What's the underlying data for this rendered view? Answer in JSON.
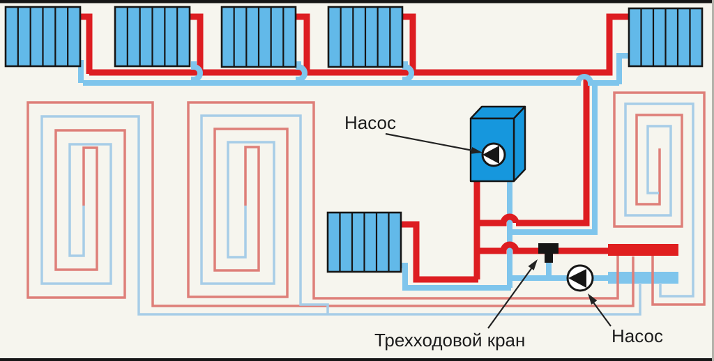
{
  "diagram": {
    "labels": {
      "pump_top": "Насос",
      "three_way_valve": "Трехходовой кран",
      "pump_bottom": "Насос"
    },
    "colors": {
      "background": "#f6f5ee",
      "supply_red": "#dd1d21",
      "return_blue": "#7fc5ec",
      "coil_red": "#de7f79",
      "coil_blue": "#a7cde7",
      "radiator_fill": "#62b9e9",
      "pump_box_blue": "#1697dd",
      "manifold_red": "#e01f1f",
      "outline_black": "#161616"
    },
    "components": {
      "top_radiators": 4,
      "top_right_radiator": 1,
      "middle_radiator": 1,
      "sections_per_radiator": 6,
      "floor_heating_coils": 3,
      "pumps": 2,
      "three_way_valves": 1
    }
  }
}
